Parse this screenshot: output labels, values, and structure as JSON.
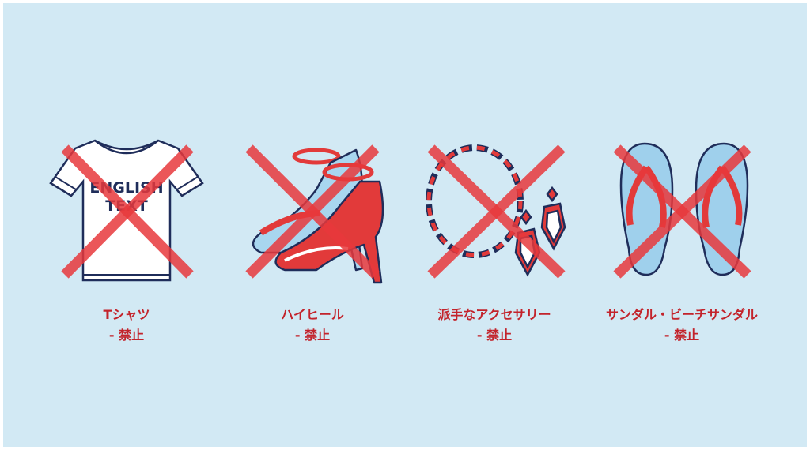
{
  "items": [
    {
      "name": "Tシャツ",
      "status": "- 禁止",
      "shirt_text_line1": "ENGLISH",
      "shirt_text_line2": "TEXT"
    },
    {
      "name": "ハイヒール",
      "status": "- 禁止"
    },
    {
      "name": "派手なアクセサリー",
      "status": "- 禁止"
    },
    {
      "name": "サンダル・ビーチサンダル",
      "status": "- 禁止"
    }
  ],
  "colors": {
    "background": "#d2e9f4",
    "cross": "#e8383c",
    "label": "#c3232b",
    "outline": "#1f2d5a",
    "accent_red": "#e23a3a",
    "light_blue": "#9fd0ec"
  }
}
